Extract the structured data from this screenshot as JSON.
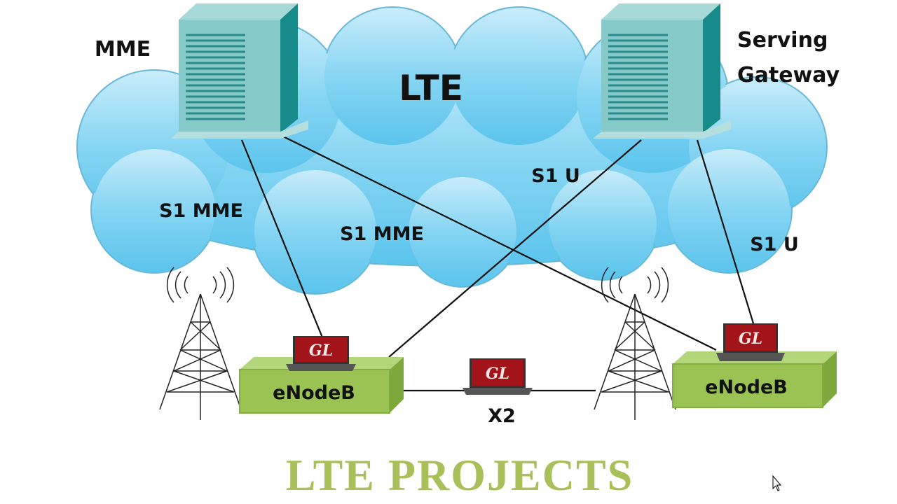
{
  "diagram": {
    "cloud_label": "LTE",
    "mme_label": "MME",
    "sgw_label_line1": "Serving",
    "sgw_label_line2": "Gateway",
    "links": {
      "s1_mme_left": "S1 MME",
      "s1_mme_center": "S1 MME",
      "s1_u_center": "S1 U",
      "s1_u_right": "S1 U",
      "x2": "X2"
    },
    "enodeb_left": "eNodeB",
    "enodeb_right": "eNodeB",
    "laptop_brand": "GL",
    "footer_title": "LTE PROJECTS"
  },
  "colors": {
    "cloud": "#7fd3f2",
    "server": "#7cc4c4",
    "enodeb": "#9bc353",
    "laptop": "#a3141a",
    "title": "#a9c05a"
  }
}
